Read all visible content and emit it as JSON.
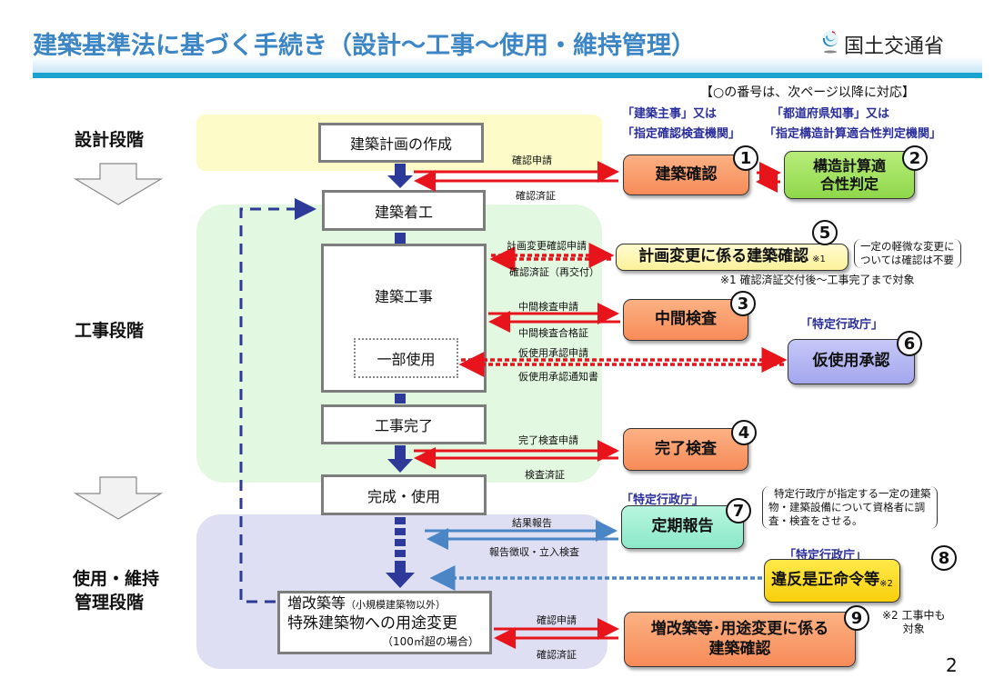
{
  "header": {
    "title": "建築基準法に基づく手続き（設計～工事～使用・維持管理）",
    "ministry": "国土交通省",
    "logo_icon": "mlit-logo-icon",
    "note": "【○の番号は、次ページ以降に対応】"
  },
  "stages": {
    "design": "設計段階",
    "construction": "工事段階",
    "use_line1": "使用・維持",
    "use_line2": "管理段階"
  },
  "process": {
    "plan": "建築計画の作成",
    "start": "建築着工",
    "work": "建築工事",
    "partial_use": "一部使用",
    "complete": "工事完了",
    "in_use": "完成・使用",
    "extension_line1": "増改築等",
    "extension_small": "（小規模建築物以外）",
    "extension_line2": "特殊建築物への用途変更",
    "extension_line3": "（100㎡超の場合）"
  },
  "authorities": {
    "org_1_line1": "「建築主事」又は",
    "org_1_line2": "「指定確認検査機関」",
    "org_2_line1": "「都道府県知事」又は",
    "org_2_line2": "「指定構造計算適合性判定機関」",
    "org_tokutei_6": "「特定行政庁」",
    "org_tokutei_7": "「特定行政庁」",
    "org_tokutei_8": "「特定行政庁」"
  },
  "steps": [
    {
      "number": "1",
      "label": "建築確認"
    },
    {
      "number": "2",
      "label_line1": "構造計算適",
      "label_line2": "合性判定"
    },
    {
      "number": "3",
      "label": "中間検査"
    },
    {
      "number": "4",
      "label": "完了検査"
    },
    {
      "number": "5",
      "label": "計画変更に係る建築確認",
      "suffix": "※1"
    },
    {
      "number": "6",
      "label": "仮使用承認"
    },
    {
      "number": "7",
      "label": "定期報告"
    },
    {
      "number": "8",
      "label": "違反是正命令等",
      "suffix": "※2"
    },
    {
      "number": "9",
      "label_line1": "増改築等･用途変更に係る",
      "label_line2": "建築確認"
    }
  ],
  "flows": {
    "confirm_apply": "確認申請",
    "confirm_cert": "確認済証",
    "change_apply": "計画変更確認申請",
    "change_cert": "確認済証（再交付）",
    "mid_apply": "中間検査申請",
    "mid_cert": "中間検査合格証",
    "temp_apply": "仮使用承認申請",
    "temp_notice": "仮使用承認通知書",
    "final_apply": "完了検査申請",
    "final_cert": "検査済証",
    "report": "結果報告",
    "report_collect": "報告徴収・立入検査",
    "ext_apply": "確認申請",
    "ext_cert": "確認済証"
  },
  "notes": {
    "minor_change_line1": "一定の軽微な変更に",
    "minor_change_line2": "ついては確認は不要",
    "note1": "※1 確認済証交付後～工事完了まで対象",
    "periodic_line1": "特定行政庁が指定する一定の建築",
    "periodic_line2": "物・建築設備について資格者に調",
    "periodic_line3": "査・検査をさせる。",
    "note2_line1": "※2 工事中も",
    "note2_line2": "対象"
  },
  "page_number": "2",
  "colors": {
    "title_blue": "#3d86c6",
    "org_navy": "#2b2f9c",
    "flow_red": "#e8141c",
    "flow_blue": "#4a86c6",
    "main_arrow": "#2e3a9a"
  }
}
